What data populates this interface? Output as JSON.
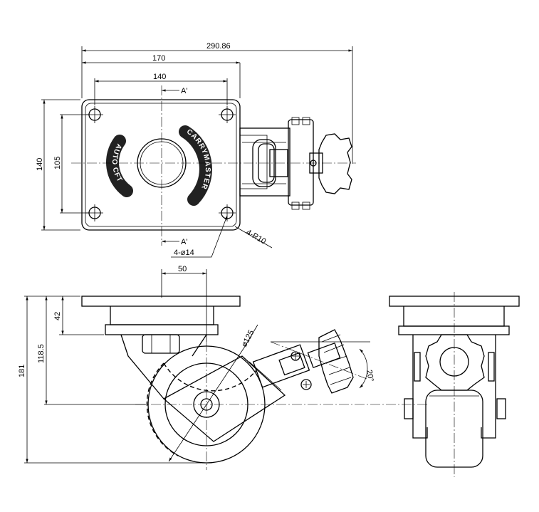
{
  "top_view": {
    "dim_overall": "290.86",
    "dim_plate_width": "170",
    "dim_hole_spacing_x": "140",
    "dim_plate_height": "140",
    "dim_hole_spacing_y": "105",
    "section_mark_top": "A'",
    "section_mark_bottom": "A'",
    "hole_note": "4-ø14",
    "radius_note": "4-R10",
    "emboss_left": "AUTO CFT",
    "emboss_right": "CARRYMASTER"
  },
  "side_view": {
    "dim_offset": "50",
    "dim_plate_to_base": "42",
    "dim_axle_height": "118.5",
    "dim_total_height": "181",
    "dim_wheel_diameter": "ø125",
    "dim_angle": "20°"
  }
}
